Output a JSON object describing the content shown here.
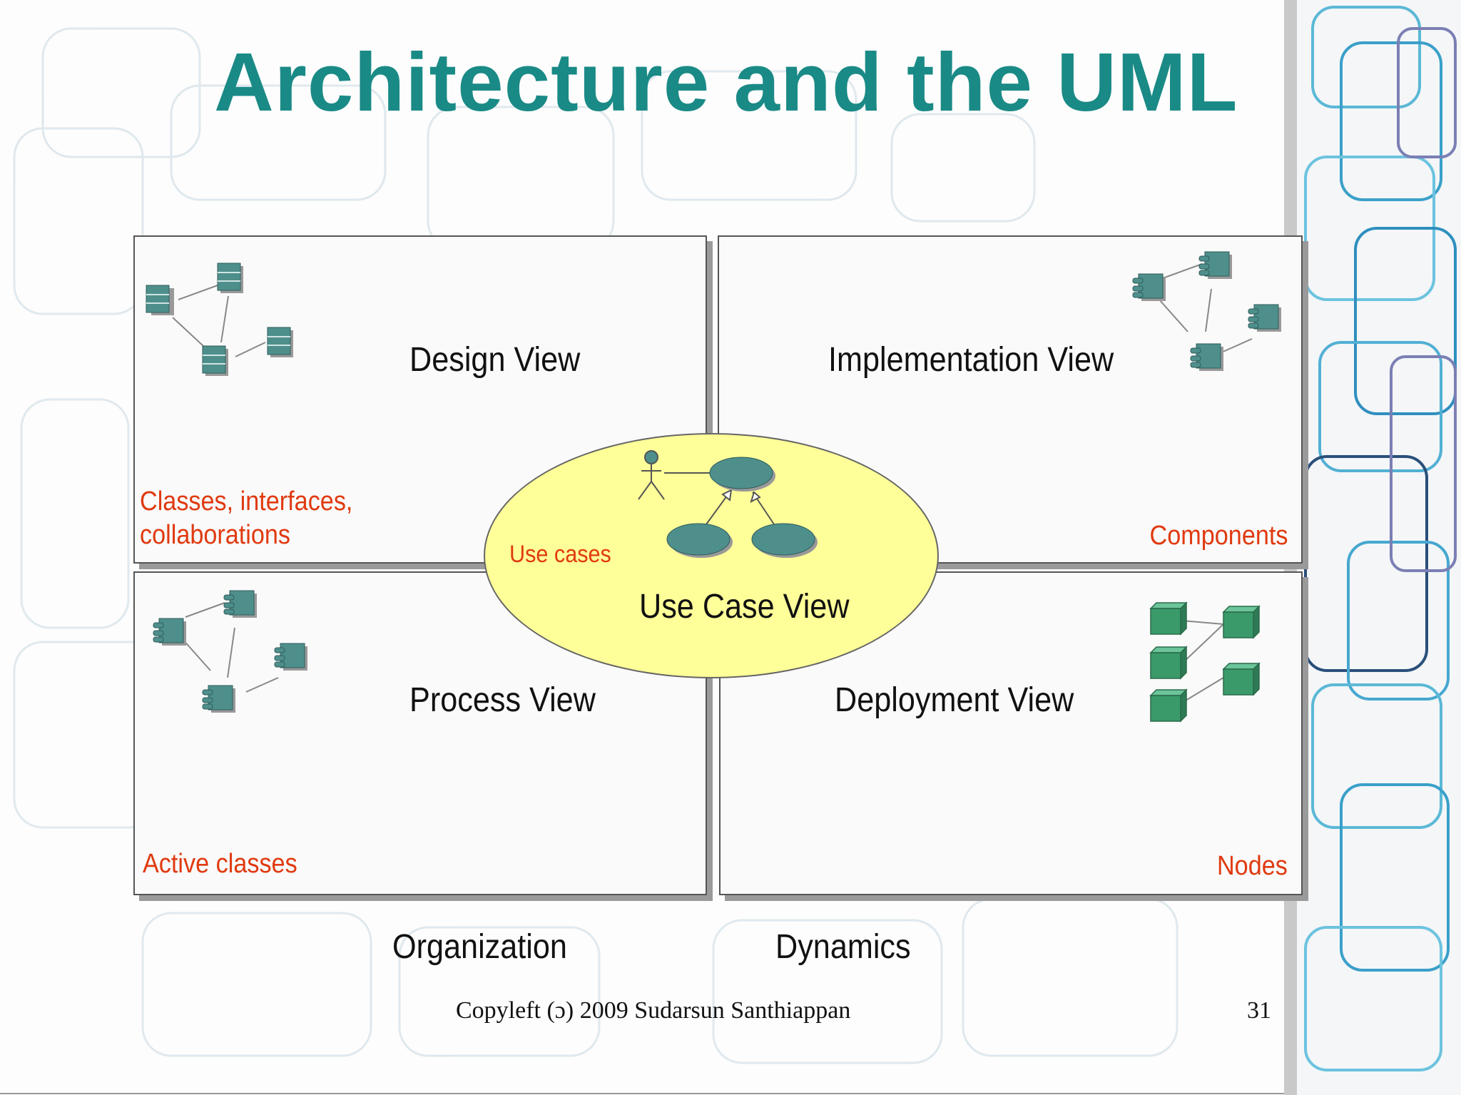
{
  "slide": {
    "title": "Architecture and the UML",
    "footer": "Copyleft (ɔ) 2009 Sudarsun Santhiappan",
    "page_number": "31"
  },
  "views": {
    "design": {
      "title": "Design View",
      "elements": "Classes, interfaces,\ncollaborations"
    },
    "implementation": {
      "title": "Implementation View",
      "elements": "Components"
    },
    "process": {
      "title": "Process View",
      "elements": "Active classes"
    },
    "deployment": {
      "title": "Deployment View",
      "elements": "Nodes"
    },
    "use_case": {
      "title": "Use Case View",
      "elements": "Use cases"
    }
  },
  "axes": {
    "left": "Organization",
    "right": "Dynamics"
  },
  "colors": {
    "title": "#1a8a86",
    "label": "#e03a10",
    "ellipse": "#ffff99",
    "icon": "#4e8f8c",
    "node": "#3a9a6a"
  }
}
